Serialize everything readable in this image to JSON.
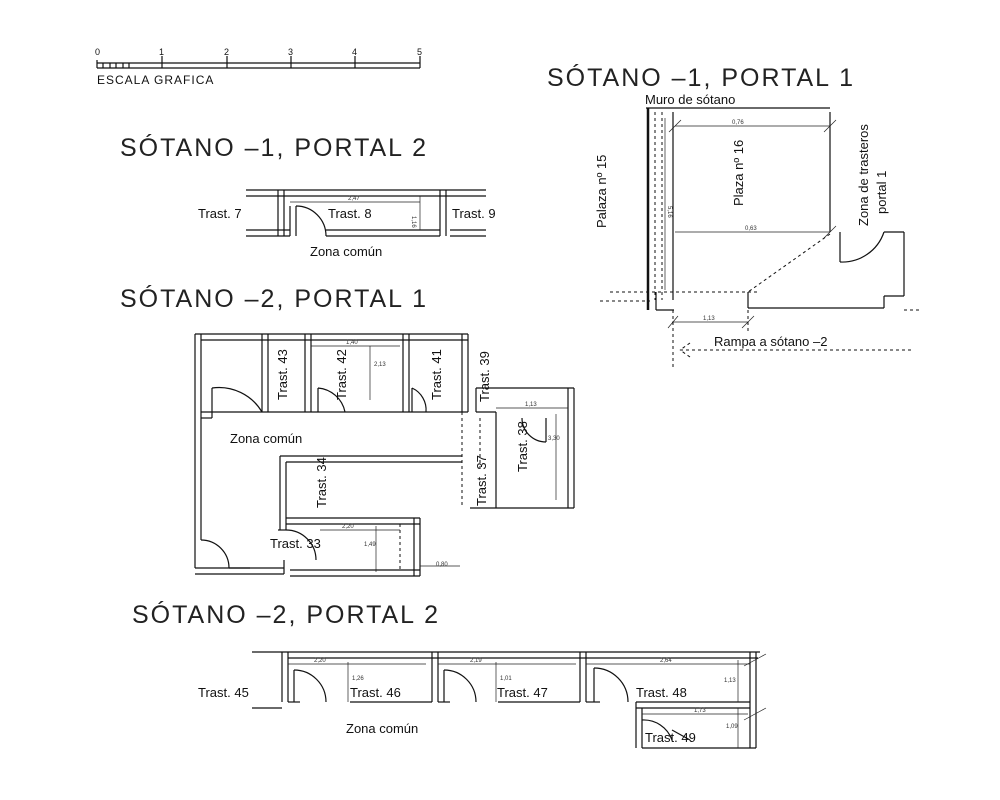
{
  "scale": {
    "label": "ESCALA GRAFICA",
    "ticks": [
      "0",
      "1",
      "2",
      "3",
      "4",
      "5"
    ]
  },
  "s1p1": {
    "title": "SÓTANO –1, PORTAL 1",
    "wall": "Muro de sótano",
    "plaza15": "Palaza nº 15",
    "plaza16": "Plaza nº 16",
    "zona_trasteros_1": "Zona de trasteros",
    "zona_trasteros_2": "portal 1",
    "rampa": "Rampa a sótano –2",
    "dims": [
      "0,76",
      "5,16",
      "0,63",
      "1,13"
    ]
  },
  "s1p2": {
    "title": "SÓTANO –1, PORTAL 2",
    "t7": "Trast. 7",
    "t8": "Trast. 8",
    "t9": "Trast. 9",
    "zona": "Zona común",
    "dims": [
      "2,47",
      "1,16"
    ]
  },
  "s2p1": {
    "title": "SÓTANO –2, PORTAL 1",
    "t43": "Trast. 43",
    "t42": "Trast. 42",
    "t41": "Trast. 41",
    "t39": "Trast. 39",
    "t38": "Trast. 38",
    "t37": "Trast. 37",
    "t34": "Trast. 34",
    "t33": "Trast. 33",
    "zona": "Zona común",
    "dims": [
      "1,40",
      "2,13",
      "1,13",
      "3,30",
      "2,20",
      "1,49",
      "0,80"
    ]
  },
  "s2p2": {
    "title": "SÓTANO –2, PORTAL 2",
    "t45": "Trast. 45",
    "t46": "Trast. 46",
    "t47": "Trast. 47",
    "t48": "Trast. 48",
    "t49": "Trast. 49",
    "zona": "Zona común",
    "dims": [
      "2,20",
      "1,26",
      "2,19",
      "1,01",
      "2,64",
      "1,13",
      "1,73",
      "1,09"
    ]
  }
}
